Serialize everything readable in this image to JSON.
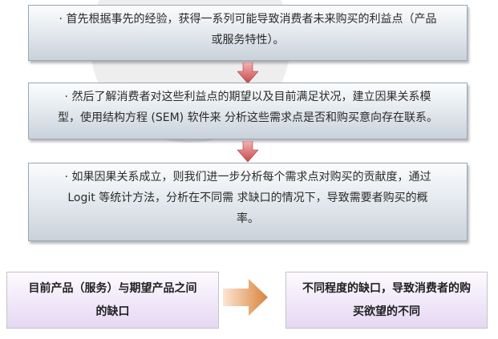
{
  "steps": [
    {
      "lines": [
        "· 首先根据事先的经验，获得一系列可能导致消费者未来购买的利益点（产品",
        "或服务特性）。"
      ]
    },
    {
      "lines": [
        "· 然后了解消费者对这些利益点的期望以及目前满足状况，建立因果关系模",
        "型，使用结构方程 (SEM) 软件来 分析这些需求点是否和购买意向存在联系。"
      ]
    },
    {
      "lines": [
        "· 如果因果关系成立，则我们进一步分析每个需求点对购买的贡献度，通过",
        "Logit 等统计方法，分析在不同需 求缺口的情况下，导致需要者购买的概",
        "率。"
      ]
    }
  ],
  "bottom": {
    "left": {
      "lines": [
        "目前产品（服务）与期望产品之间",
        "的缺口"
      ]
    },
    "right": {
      "lines": [
        "不同程度的缺口，导致消费者的购",
        "买欲望的不同"
      ]
    }
  },
  "colors": {
    "step_arrow": "#c8484b",
    "right_arrow": "#d9833d",
    "step_border": "#9aa7b5",
    "box_fill": "#e6d8f3"
  }
}
